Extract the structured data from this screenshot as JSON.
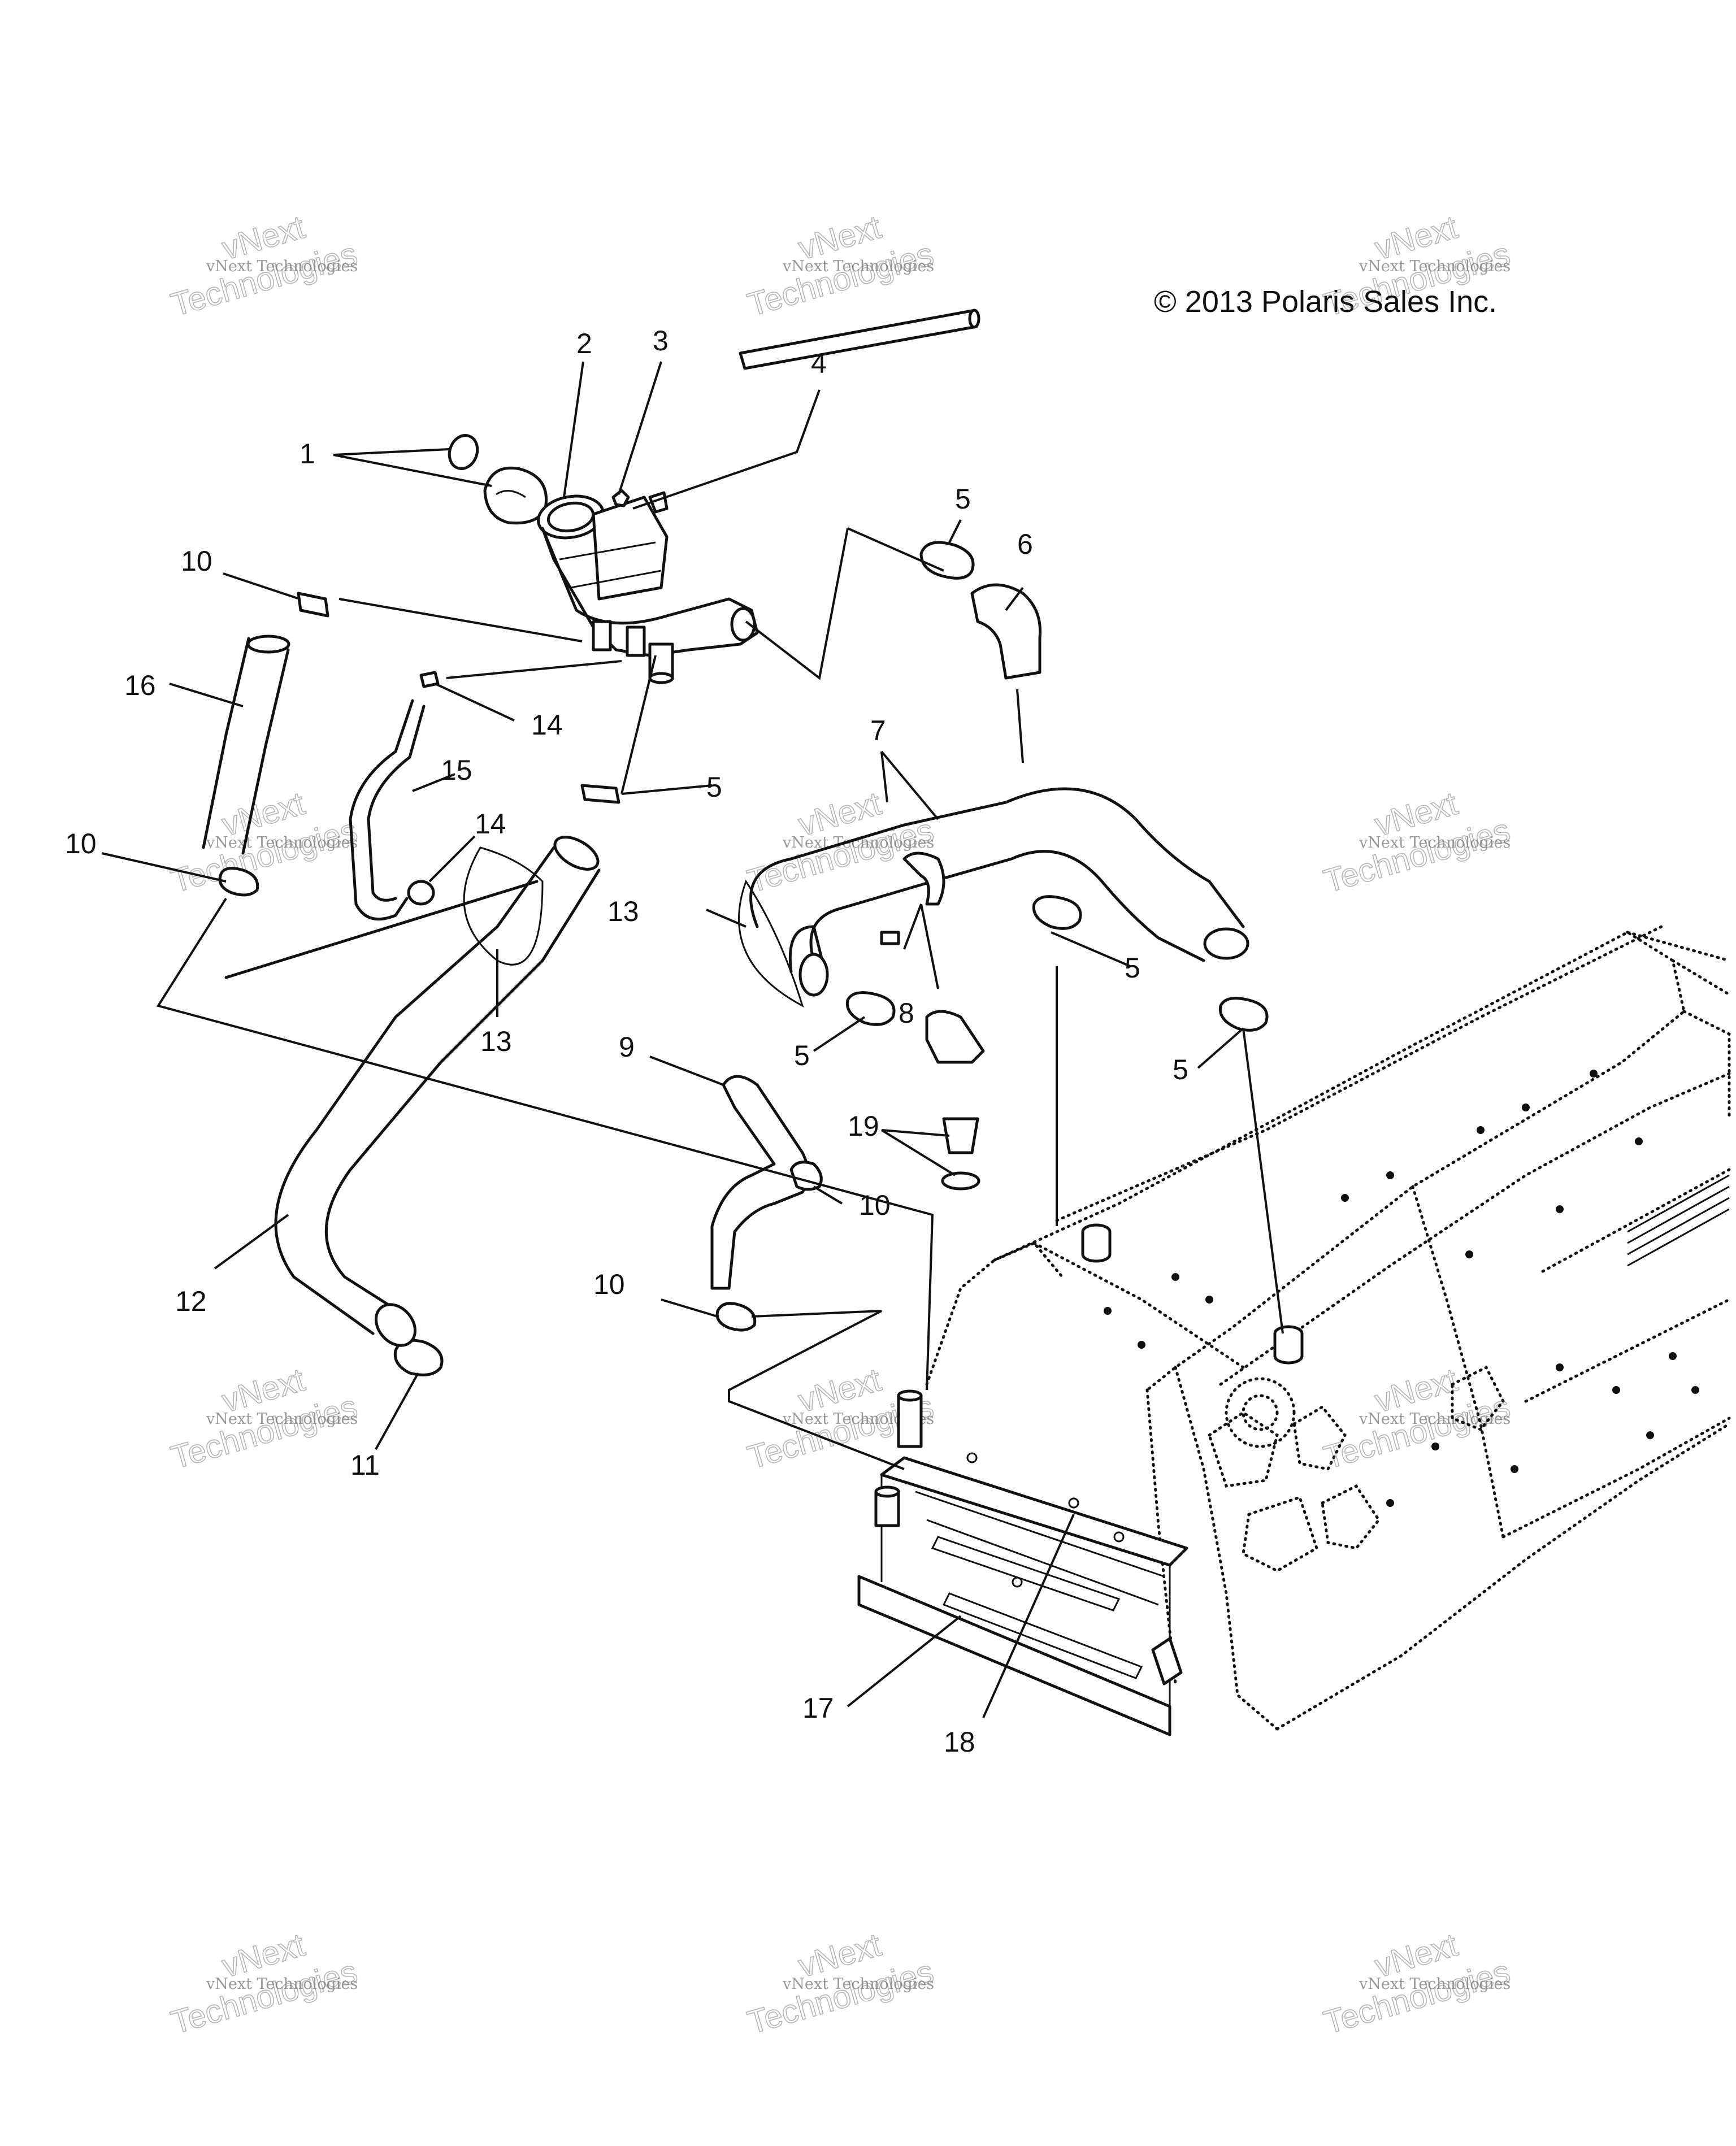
{
  "copyright": "© 2013 Polaris Sales Inc.",
  "watermark": {
    "line1": "vNext",
    "line2": "vNext Technologies",
    "line3": "Technologies"
  },
  "callouts": [
    "1",
    "2",
    "3",
    "4",
    "5",
    "6",
    "7",
    "8",
    "9",
    "10",
    "11",
    "12",
    "13",
    "14",
    "15",
    "16",
    "17",
    "18",
    "19"
  ]
}
